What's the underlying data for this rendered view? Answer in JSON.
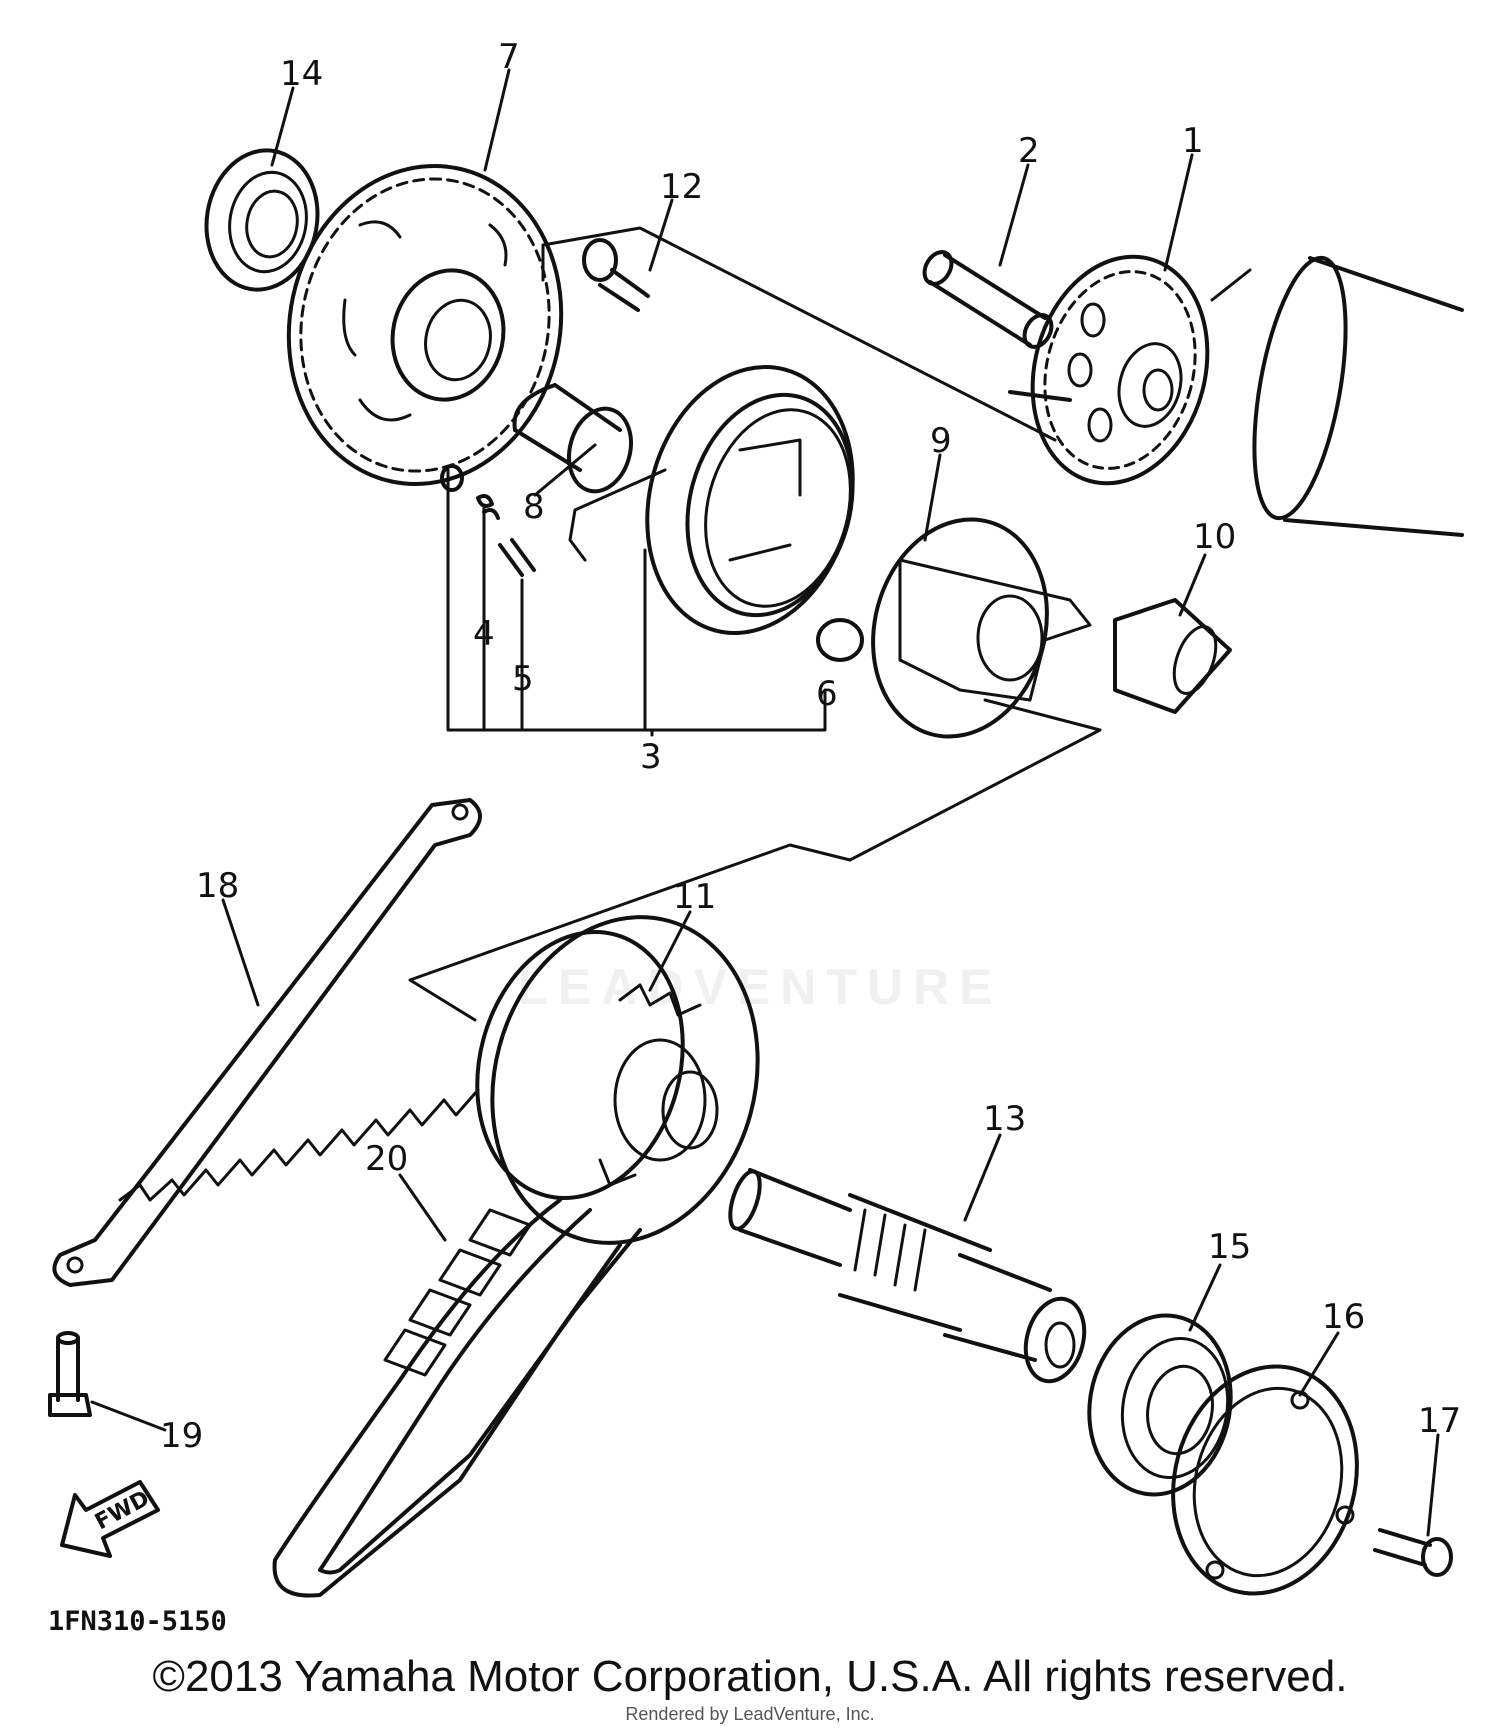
{
  "diagram_code": "1FN310-5150",
  "copyright": "©2013 Yamaha Motor Corporation, U.S.A. All rights reserved.",
  "rendered_by": "Rendered by LeadVenture, Inc.",
  "watermark": "LEADVENTURE",
  "fwd_label": "FWD",
  "callouts": [
    "1",
    "2",
    "3",
    "4",
    "5",
    "6",
    "7",
    "8",
    "9",
    "10",
    "11",
    "12",
    "13",
    "14",
    "15",
    "16",
    "17",
    "18",
    "19",
    "20"
  ]
}
